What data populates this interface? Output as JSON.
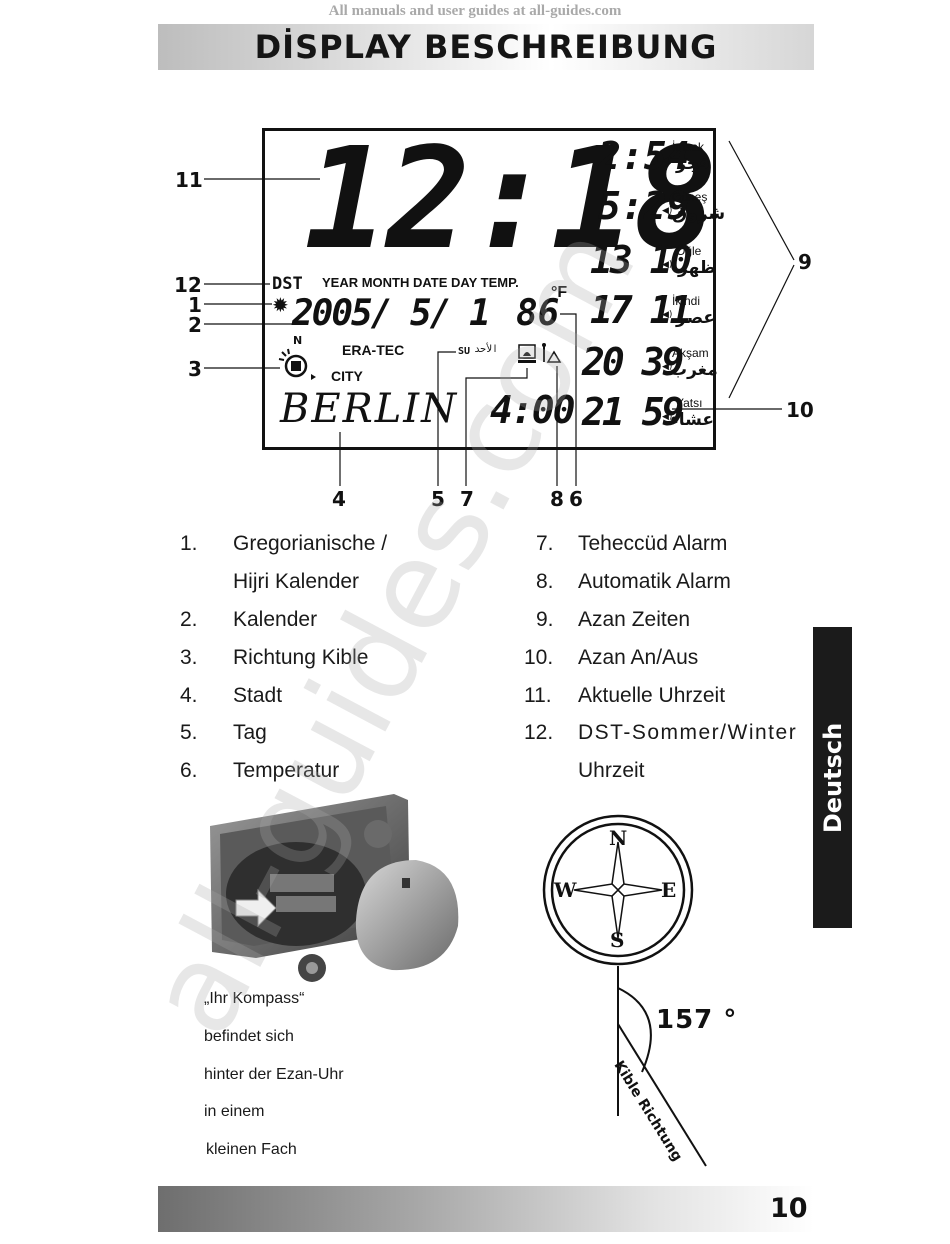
{
  "header": {
    "watermark_top": "All manuals and user guides at all-guides.com",
    "title": "DİSPLAY BESCHREIBUNG"
  },
  "display": {
    "time": "12:18",
    "dst": "DST",
    "labels_row": "YEAR MONTH DATE  DAY  TEMP.",
    "date": "2005/ 5/  1",
    "temp": "86",
    "temp_unit": "°F",
    "north": "N",
    "brand": "ERA-TEC",
    "city_label": "CITY",
    "city": "BERLIN",
    "day": "SU",
    "day_arabic": "الأحد",
    "alarm_time": "4:00",
    "prayers": [
      {
        "time": "2:54",
        "name": "İmsak",
        "arabic": "فجر"
      },
      {
        "time": "5:29",
        "name": "Güneş",
        "arabic": "شروق"
      },
      {
        "time": "13 10",
        "name": "Öğle",
        "arabic": "ظهر"
      },
      {
        "time": "17 11",
        "name": "İkindi",
        "arabic": "عصر"
      },
      {
        "time": "20 39",
        "name": "Akşam",
        "arabic": "مغرب"
      },
      {
        "time": "21 59",
        "name": "Yatsı",
        "arabic": "عشاء"
      }
    ]
  },
  "callouts": {
    "c1": "1",
    "c2": "2",
    "c3": "3",
    "c4": "4",
    "c5": "5",
    "c6": "6",
    "c7": "7",
    "c8": "8",
    "c9": "9",
    "c10": "10",
    "c11": "11",
    "c12": "12"
  },
  "legend_left": [
    {
      "num": "1.",
      "text": "Gregorianische /"
    },
    {
      "num": "",
      "text": "Hijri  Kalender"
    },
    {
      "num": "2.",
      "text": "Kalender"
    },
    {
      "num": "3.",
      "text": "Richtung Kible"
    },
    {
      "num": "4.",
      "text": "Stadt"
    },
    {
      "num": "5.",
      "text": "Tag"
    },
    {
      "num": "6.",
      "text": "Temperatur"
    }
  ],
  "legend_right": [
    {
      "num": "7.",
      "text": "Teheccüd Alarm"
    },
    {
      "num": "8.",
      "text": "Automatik Alarm"
    },
    {
      "num": "9.",
      "text": "Azan Zeiten"
    },
    {
      "num": "10.",
      "text": "Azan  An/Aus"
    },
    {
      "num": "11.",
      "text": "Aktuelle Uhrzeit"
    },
    {
      "num": "12.",
      "text": "DST-Sommer/Winter"
    },
    {
      "num": "",
      "text": "Uhrzeit"
    }
  ],
  "side_tab": "Deutsch",
  "caption_lines": [
    "„Ihr Kompass“",
    "befindet sich",
    "hinter der Ezan-Uhr",
    "in einem",
    "kleinen Fach"
  ],
  "compass": {
    "n": "N",
    "e": "E",
    "s": "S",
    "w": "W",
    "angle": "157 °",
    "direction_label": "Kible Richtung"
  },
  "watermark_diagonal": "all-guides.com",
  "page_number": "10"
}
